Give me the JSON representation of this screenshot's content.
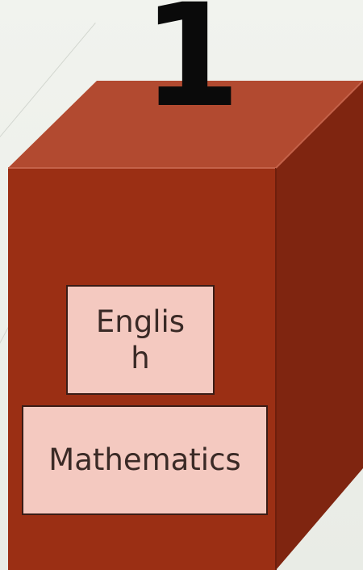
{
  "diagram": {
    "rank_label": "1",
    "boxes": [
      {
        "label": "English"
      },
      {
        "label": "Mathematics"
      }
    ]
  },
  "colors": {
    "background": "#eceee9",
    "block_front": "#9b2f14",
    "block_top": "#b24a30",
    "block_side": "#7f2510",
    "box_fill": "#f4c9c0",
    "box_border": "#3a1c16",
    "number": "#0a0a0a"
  }
}
